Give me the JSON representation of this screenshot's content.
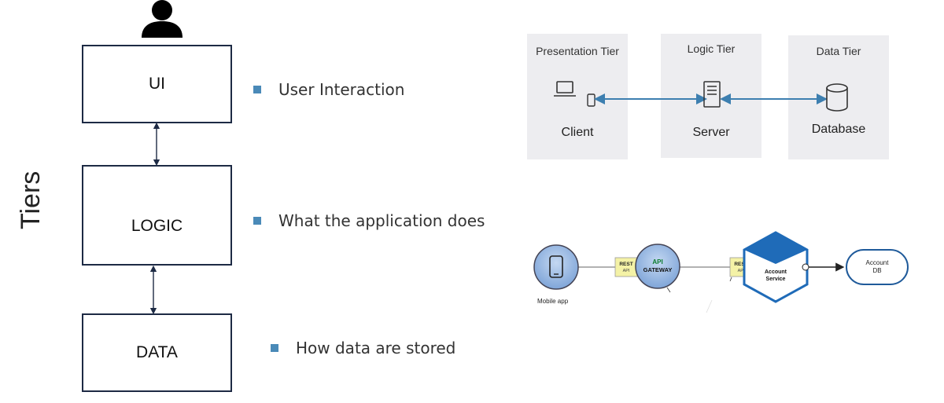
{
  "tiers_label": "Tiers",
  "stack": {
    "boxes": [
      {
        "label": "UI"
      },
      {
        "label": "LOGIC"
      },
      {
        "label": "DATA"
      }
    ]
  },
  "bullets": [
    {
      "text": "User Interaction"
    },
    {
      "text": "What the application does"
    },
    {
      "text": "How data are stored"
    }
  ],
  "three_tier": {
    "panels": [
      {
        "title": "Presentation Tier",
        "name": "Client"
      },
      {
        "title": "Logic Tier",
        "name": "Server"
      },
      {
        "title": "Data Tier",
        "name": "Database"
      }
    ]
  },
  "microservice": {
    "mobile_label": "Mobile app",
    "rest_top": "REST",
    "rest_bottom": "API",
    "gateway_top": "API",
    "gateway_bottom": "GATEWAY",
    "service_line1": "Account",
    "service_line2": "Service",
    "db_line1": "Account",
    "db_line2": "DB"
  },
  "colors": {
    "box_border": "#1d2a44",
    "bullet": "#4a8ab8",
    "panel_bg": "#ededf0",
    "arrow": "#3d7fb0",
    "gateway": "#8fb3e0",
    "service": "#1f6bb8",
    "rest_badge": "#f4f2a6"
  },
  "icons": [
    "user-icon",
    "laptop-icon",
    "phone-icon",
    "server-icon",
    "database-icon",
    "mobile-icon"
  ]
}
